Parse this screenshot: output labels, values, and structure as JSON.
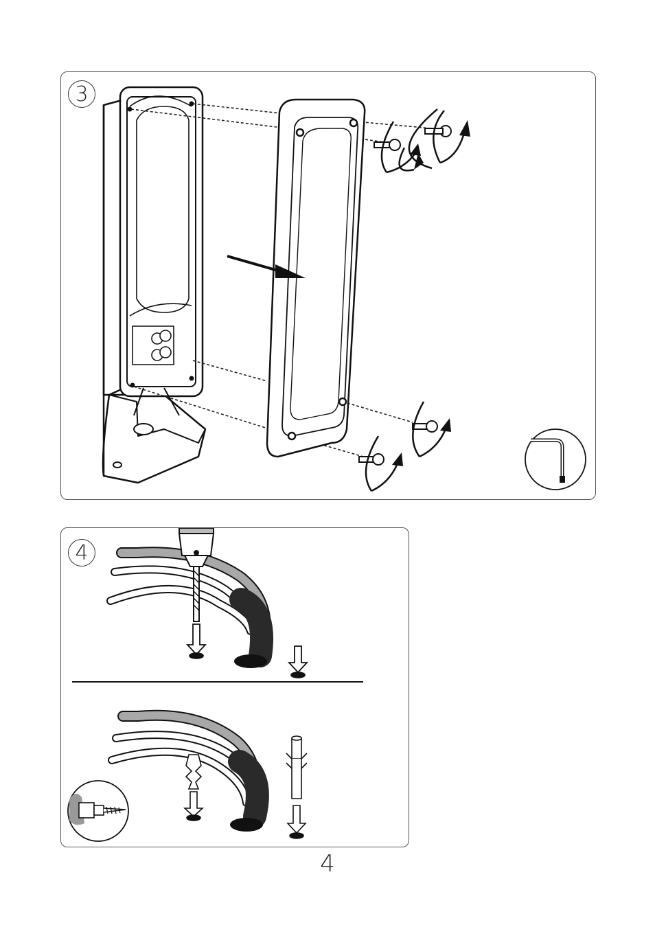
{
  "steps": [
    {
      "number": "3"
    },
    {
      "number": "4"
    }
  ],
  "page_number": "4",
  "colors": {
    "line": "#111111",
    "cable_gray": "#a8a8a8",
    "cable_dark": "#2a2a2a",
    "panel_border": "#555555"
  },
  "tools": [
    "allen-key",
    "drill",
    "screwdriver"
  ]
}
